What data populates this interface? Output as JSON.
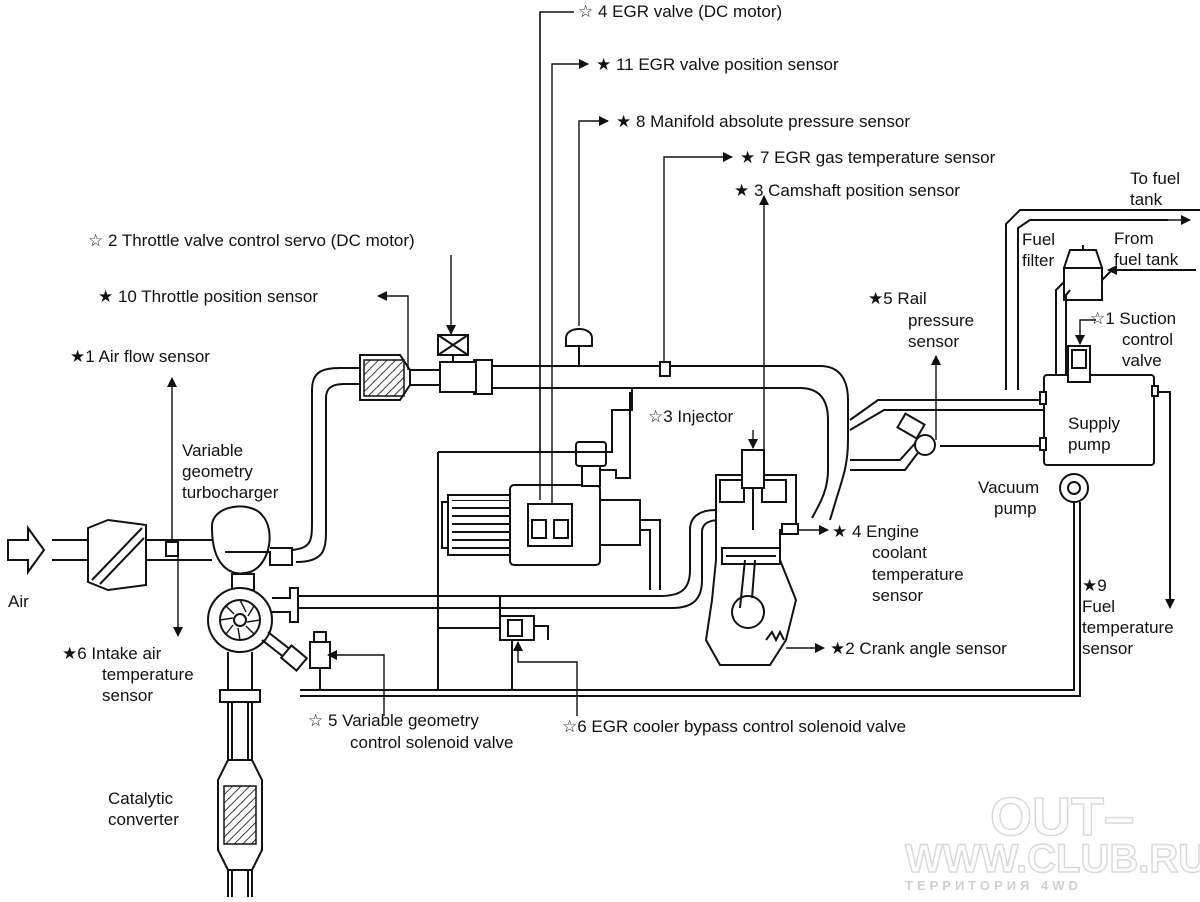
{
  "labels": {
    "egr_valve": "☆ 4  EGR valve (DC motor)",
    "egr_pos": "★ 11  EGR valve position sensor",
    "map_sensor": "★ 8  Manifold absolute pressure sensor",
    "egr_temp": "★ 7  EGR gas temperature sensor",
    "cam_sensor": "★ 3  Camshaft position sensor",
    "throttle_servo": "☆ 2  Throttle valve control servo (DC motor)",
    "throttle_pos": "★ 10 Throttle position sensor",
    "air_flow": "★1  Air flow sensor",
    "turbo": [
      "Variable",
      "geometry",
      "turbocharger"
    ],
    "air": "Air",
    "intake_temp": [
      "★6  Intake air",
      "temperature",
      "sensor"
    ],
    "vgt_solenoid": [
      "☆ 5  Variable geometry",
      "control solenoid valve"
    ],
    "egr_bypass": "☆6  EGR cooler bypass control solenoid valve",
    "catalytic": [
      "Catalytic",
      "converter"
    ],
    "injector": "☆3  Injector",
    "coolant": [
      "★ 4  Engine",
      "coolant",
      "temperature",
      "sensor"
    ],
    "crank": "★2  Crank angle sensor",
    "rail_pressure": [
      "★5  Rail",
      "pressure",
      "sensor"
    ],
    "fuel_filter": [
      "Fuel",
      "filter"
    ],
    "to_tank": [
      "To fuel",
      "tank"
    ],
    "from_tank": [
      "From",
      "fuel tank"
    ],
    "suction": [
      "☆1 Suction",
      "control",
      "valve"
    ],
    "supply_pump": [
      "Supply",
      "pump"
    ],
    "vacuum_pump": [
      "Vacuum",
      "pump"
    ],
    "fuel_temp": [
      "★9",
      "Fuel",
      "temperature",
      "sensor"
    ]
  },
  "watermark": {
    "line1": "OUT–",
    "line2": "WWW.CLUB.RU",
    "line3": "ТЕРРИТОРИЯ 4WD"
  }
}
